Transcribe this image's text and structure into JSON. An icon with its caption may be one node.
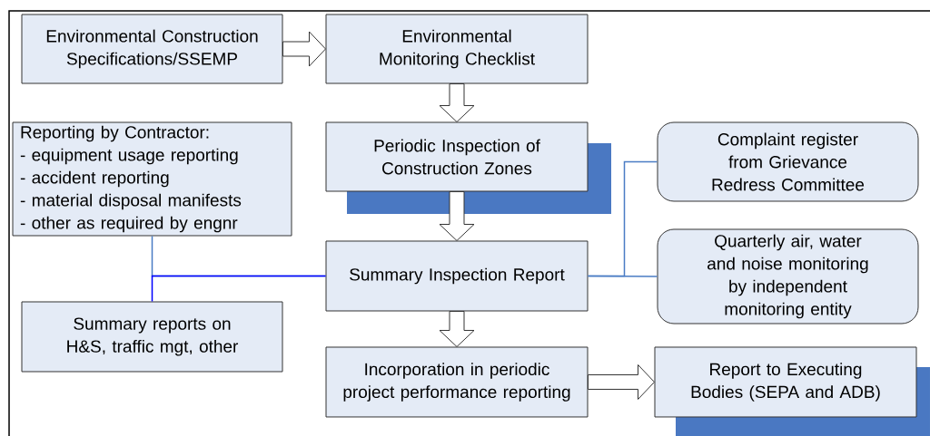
{
  "diagram": {
    "nodes": [
      {
        "text": [
          "Environmental Construction Specifications/SSEMP"
        ]
      },
      {
        "text": [
          "Environmental Monitoring Checklist"
        ]
      },
      {
        "text": [
          "Reporting by Contractor:",
          "- equipment usage reporting",
          "- accident reporting",
          "- material disposal manifests",
          "- other as required by engnr"
        ]
      },
      {
        "text": [
          "Periodic Inspection of Construction Zones"
        ]
      },
      {
        "text": [
          "Complaint register from Grievance Redress Committee"
        ]
      },
      {
        "text": [
          "Summary Inspection Report"
        ]
      },
      {
        "text": [
          "Quarterly air, water and noise monitoring by independent monitoring entity"
        ]
      },
      {
        "text": [
          "Summary reports on H&S, traffic mgt, other"
        ]
      },
      {
        "text": [
          "Incorporation in periodic project performance reporting"
        ]
      },
      {
        "text": [
          "Report to Executing Bodies (SEPA and ADB)"
        ]
      }
    ],
    "edges": [
      {
        "from": 0,
        "to": 1,
        "arrow": "to"
      },
      {
        "from": 1,
        "to": 3,
        "arrow": "to"
      },
      {
        "from": 3,
        "to": 5,
        "arrow": "to"
      },
      {
        "from": 5,
        "to": 8,
        "arrow": "to"
      },
      {
        "from": 8,
        "to": 9,
        "arrow": "to"
      },
      {
        "from": 2,
        "to": 5,
        "arrow": "none",
        "color": "#4a7cc4"
      },
      {
        "from": 7,
        "to": 5,
        "arrow": "none",
        "color": "#0000ff"
      },
      {
        "from": 5,
        "to": 4,
        "arrow": "none",
        "color": "#4a7cc4"
      },
      {
        "from": 5,
        "to": 6,
        "arrow": "none",
        "color": "#4a7cc4"
      }
    ]
  }
}
